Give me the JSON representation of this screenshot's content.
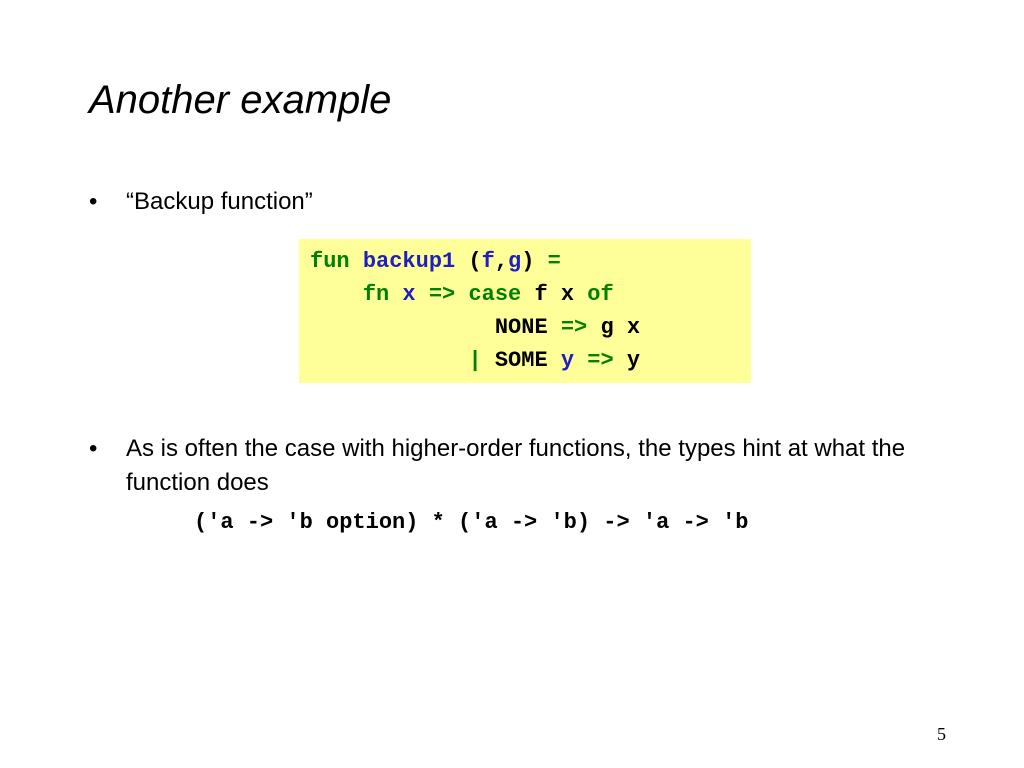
{
  "slide": {
    "title": "Another example",
    "bullet_char": "•",
    "bullets": [
      "“Backup function”",
      "As is often the case with higher-order functions, the types hint at what the function does"
    ],
    "code": {
      "background": "#ffff99",
      "colors": {
        "keyword": "#008000",
        "identifier": "#1f1fbf",
        "plain": "#000000"
      },
      "lines": [
        {
          "indent": "",
          "tokens": [
            {
              "text": "fun",
              "kind": "keyword"
            },
            {
              "text": " ",
              "kind": "plain"
            },
            {
              "text": "backup1",
              "kind": "identifier"
            },
            {
              "text": " (",
              "kind": "plain"
            },
            {
              "text": "f",
              "kind": "identifier"
            },
            {
              "text": ",",
              "kind": "plain"
            },
            {
              "text": "g",
              "kind": "identifier"
            },
            {
              "text": ") ",
              "kind": "plain"
            },
            {
              "text": "=",
              "kind": "keyword"
            }
          ]
        },
        {
          "indent": "    ",
          "tokens": [
            {
              "text": "fn",
              "kind": "keyword"
            },
            {
              "text": " ",
              "kind": "plain"
            },
            {
              "text": "x",
              "kind": "identifier"
            },
            {
              "text": " ",
              "kind": "plain"
            },
            {
              "text": "=>",
              "kind": "keyword"
            },
            {
              "text": " ",
              "kind": "plain"
            },
            {
              "text": "case",
              "kind": "keyword"
            },
            {
              "text": " f x ",
              "kind": "plain"
            },
            {
              "text": "of",
              "kind": "keyword"
            }
          ]
        },
        {
          "indent": "              ",
          "tokens": [
            {
              "text": "NONE",
              "kind": "plain"
            },
            {
              "text": " ",
              "kind": "plain"
            },
            {
              "text": "=>",
              "kind": "keyword"
            },
            {
              "text": " g x",
              "kind": "plain"
            }
          ]
        },
        {
          "indent": "            ",
          "tokens": [
            {
              "text": "|",
              "kind": "keyword"
            },
            {
              "text": " SOME ",
              "kind": "plain"
            },
            {
              "text": "y",
              "kind": "identifier"
            },
            {
              "text": " ",
              "kind": "plain"
            },
            {
              "text": "=>",
              "kind": "keyword"
            },
            {
              "text": " y",
              "kind": "plain"
            }
          ]
        }
      ]
    },
    "type_signature": "('a -> 'b option) * ('a -> 'b) -> 'a -> 'b",
    "page_number": "5"
  }
}
